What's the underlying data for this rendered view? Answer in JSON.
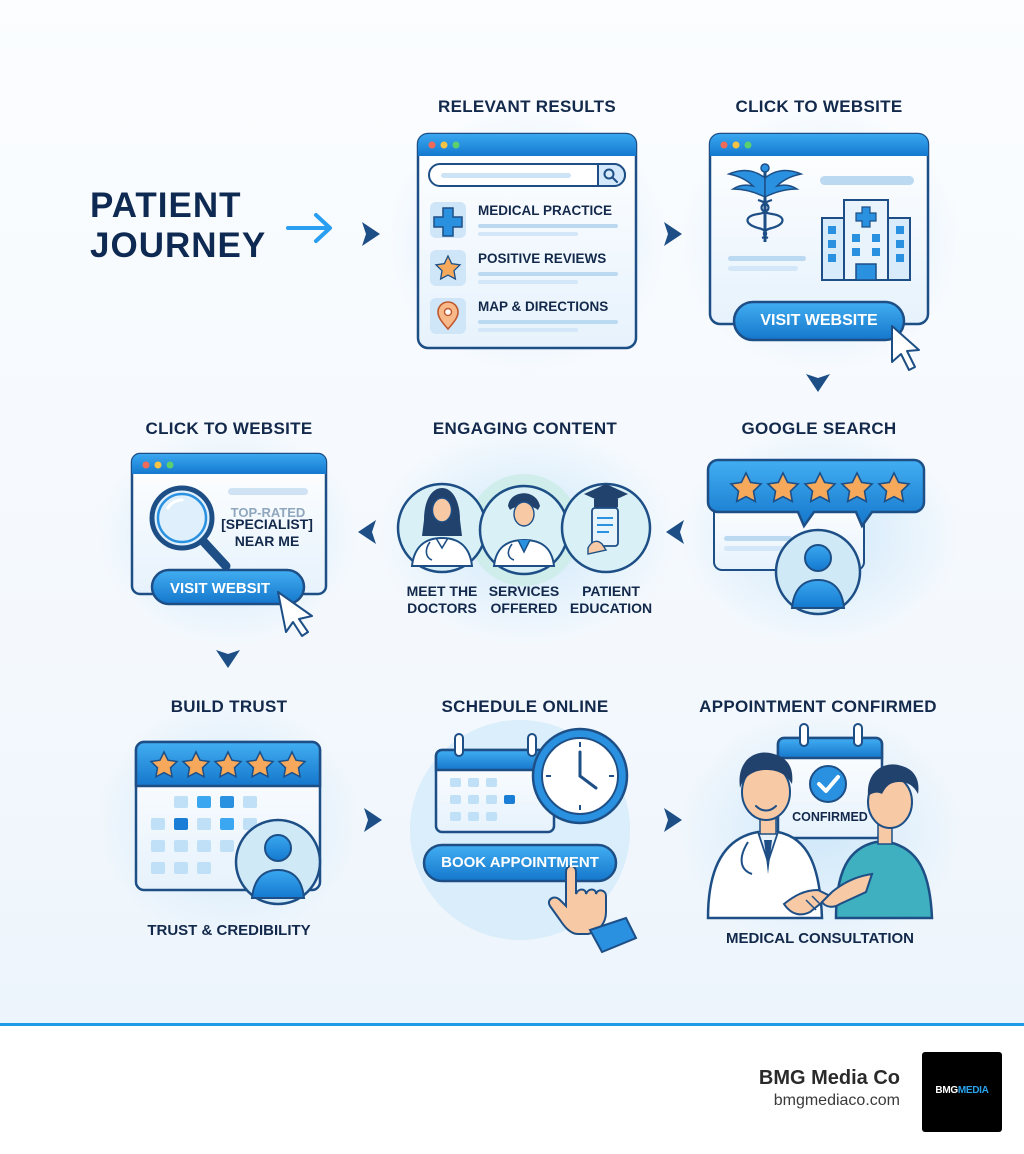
{
  "title": {
    "line1": "PATIENT",
    "line2": "JOURNEY"
  },
  "steps": {
    "relevant_results": {
      "title": "RELEVANT RESULTS",
      "items": [
        "MEDICAL PRACTICE",
        "POSITIVE REVIEWS",
        "MAP & DIRECTIONS"
      ]
    },
    "click_to_website_top": {
      "title": "CLICK TO WEBSITE",
      "button": "VISIT WEBSITE"
    },
    "google_search": {
      "title": "GOOGLE SEARCH"
    },
    "engaging_content": {
      "title": "ENGAGING CONTENT",
      "items": [
        {
          "line1": "MEET THE",
          "line2": "DOCTORS"
        },
        {
          "line1": "SERVICES",
          "line2": "OFFERED"
        },
        {
          "line1": "PATIENT",
          "line2": "EDUCATION"
        }
      ]
    },
    "click_to_website_left": {
      "title": "CLICK TO WEBSITE",
      "search_line1": "TOP-RATED",
      "search_line2": "[SPECIALIST]",
      "search_line3": "NEAR ME",
      "button": "VISIT WEBSIT"
    },
    "build_trust": {
      "title": "BUILD TRUST",
      "caption": "TRUST & CREDIBILITY"
    },
    "schedule_online": {
      "title": "SCHEDULE ONLINE",
      "button": "BOOK APPOINTMENT"
    },
    "appointment_confirmed": {
      "title": "APPOINTMENT CONFIRMED",
      "badge": "CONFIRMED",
      "caption": "MEDICAL CONSULTATION"
    }
  },
  "footer": {
    "brand": "BMG Media Co",
    "url": "bmgmediaco.com",
    "logo_main": "BMG",
    "logo_accent": "MEDIA"
  },
  "colors": {
    "navy": "#13294b",
    "primary_blue": "#1e8fe0",
    "light_blue": "#d9ecfb",
    "star_orange": "#f6a95a",
    "footer_line": "#1e9ae6"
  },
  "icons": [
    "arrow-right-icon",
    "chevron-right-icon",
    "chevron-left-icon",
    "chevron-down-icon",
    "search-icon",
    "medical-cross-icon",
    "star-icon",
    "map-pin-icon",
    "caduceus-icon",
    "hospital-icon",
    "cursor-icon",
    "magnifier-icon",
    "doctor-avatar-icon",
    "education-icon",
    "user-avatar-icon",
    "calendar-icon",
    "clock-icon",
    "pointing-hand-icon",
    "checkmark-icon",
    "handshake-icon"
  ]
}
